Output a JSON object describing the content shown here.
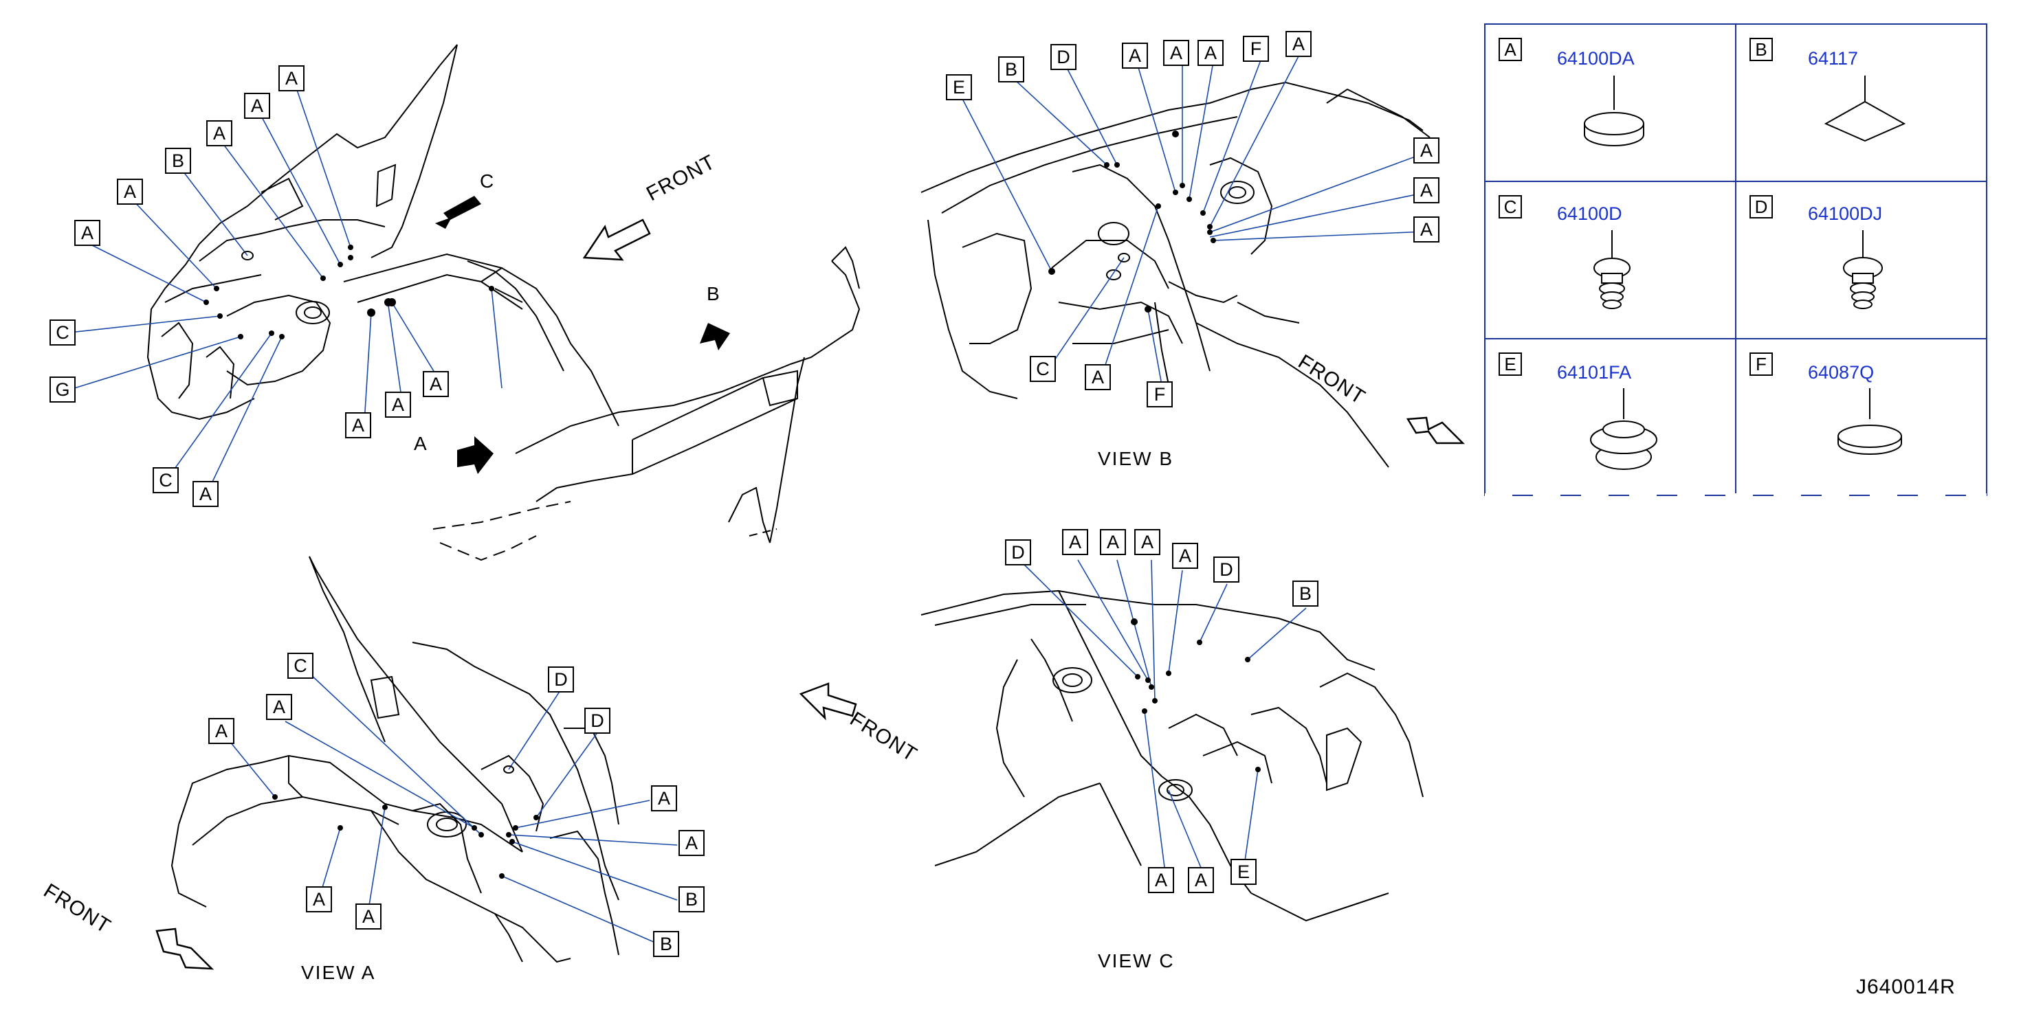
{
  "views": {
    "main": {
      "arrow_a": "A",
      "arrow_b": "B",
      "arrow_c": "C",
      "front": "FRONT"
    },
    "view_a": {
      "caption": "VIEW   A",
      "front": "FRONT"
    },
    "view_b": {
      "caption": "VIEW   B",
      "front": "FRONT"
    },
    "view_c": {
      "caption": "VIEW   C",
      "front": "FRONT"
    }
  },
  "callouts": {
    "main": [
      "A",
      "A",
      "A",
      "B",
      "A",
      "A",
      "C",
      "G",
      "C",
      "A",
      "A",
      "A",
      "A"
    ],
    "view_a": [
      "C",
      "A",
      "A",
      "D",
      "D",
      "A",
      "A",
      "B",
      "B",
      "A",
      "A"
    ],
    "view_b": [
      "E",
      "B",
      "D",
      "A",
      "A",
      "A",
      "F",
      "A",
      "A",
      "A",
      "A",
      "C",
      "A",
      "F"
    ],
    "view_c": [
      "D",
      "A",
      "A",
      "A",
      "A",
      "D",
      "B",
      "A",
      "A",
      "E"
    ]
  },
  "legend": [
    {
      "letter": "A",
      "part": "64100DA",
      "shape": "round-plug"
    },
    {
      "letter": "B",
      "part": "64117",
      "shape": "diamond-patch"
    },
    {
      "letter": "C",
      "part": "64100D",
      "shape": "clip-plug"
    },
    {
      "letter": "D",
      "part": "64100DJ",
      "shape": "clip-plug"
    },
    {
      "letter": "E",
      "part": "64101FA",
      "shape": "grommet"
    },
    {
      "letter": "F",
      "part": "64087Q",
      "shape": "flat-plug"
    }
  ],
  "colors": {
    "legend_border": "#1a3399",
    "part_text": "#1a33cc",
    "callout_line": "#1a4aa8"
  },
  "diagram_code": "J640014R"
}
